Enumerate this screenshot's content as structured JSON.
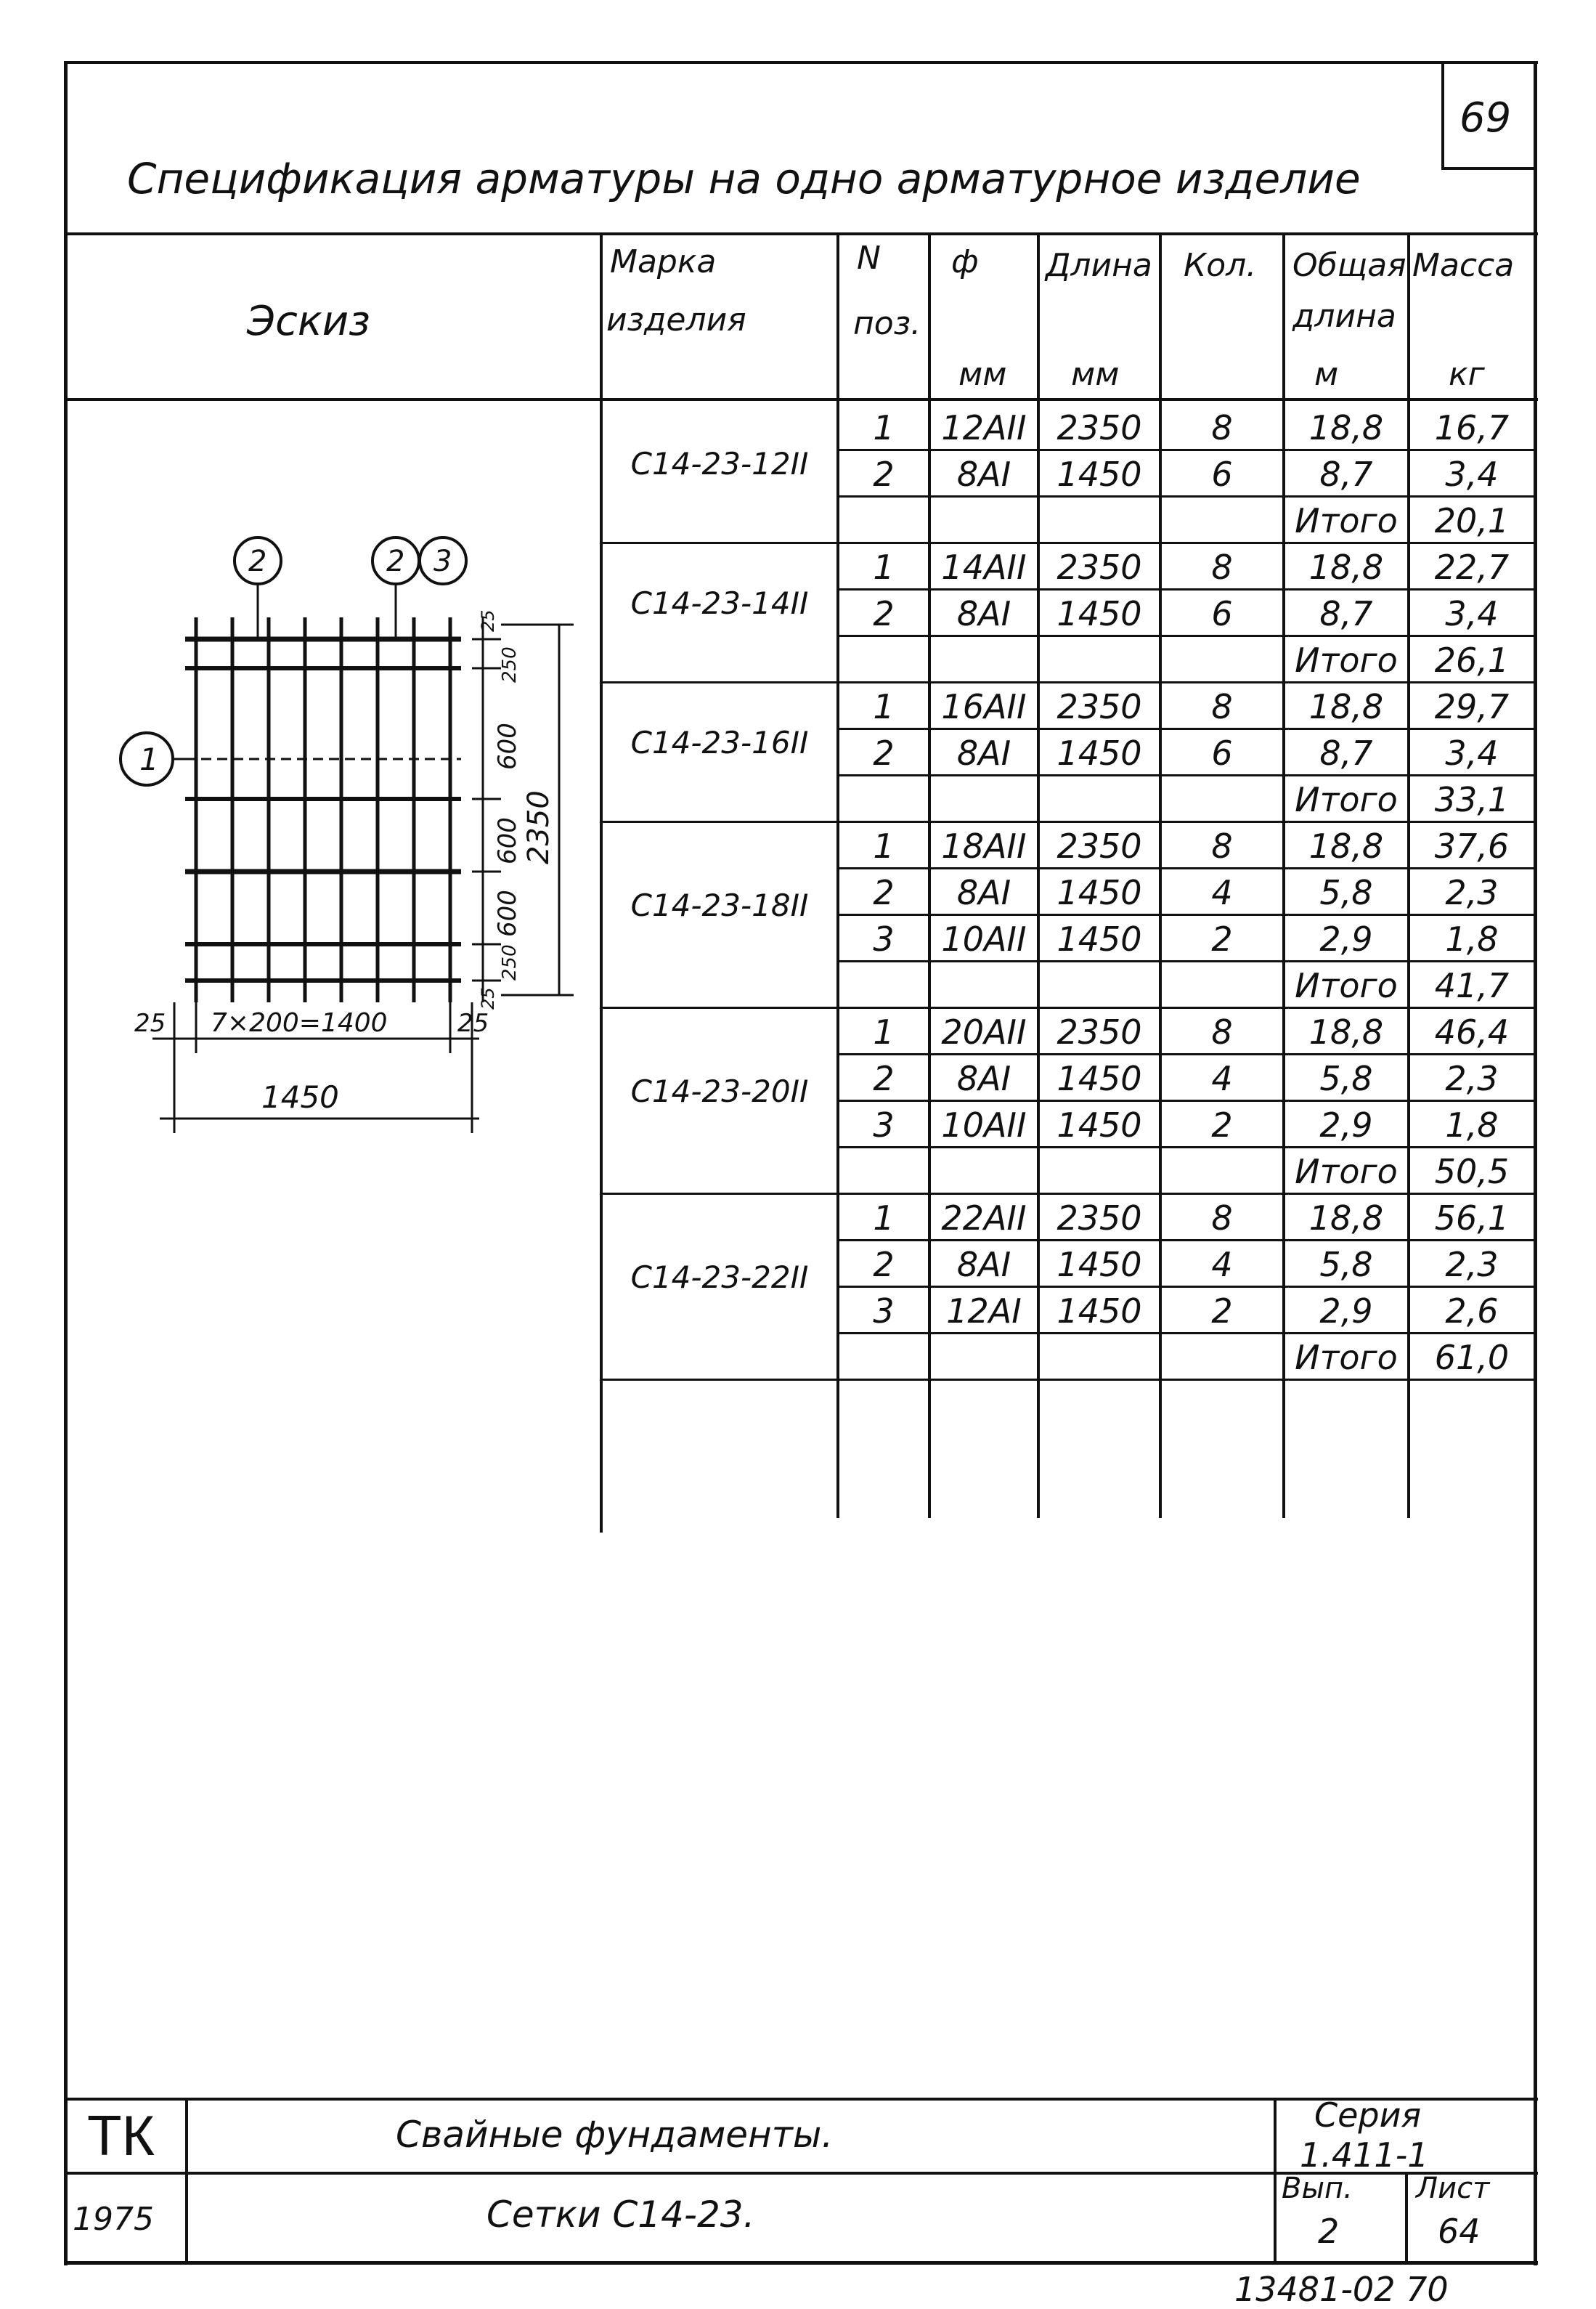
{
  "page_number": "69",
  "title": "Спецификация арматуры на одно арматурное изделие",
  "table": {
    "headers": {
      "sketch": "Эскиз",
      "mark": [
        "Марка",
        "изделия"
      ],
      "pos": [
        "N",
        "поз."
      ],
      "diam": [
        "ф",
        "мм"
      ],
      "length": [
        "Длина",
        "мм"
      ],
      "count": "Кол.",
      "total_length": [
        "Общая",
        "длина",
        "м"
      ],
      "mass": [
        "Масса",
        "кг"
      ]
    },
    "groups": [
      {
        "mark": "С14-23-12II",
        "rows": [
          {
            "pos": "1",
            "diam": "12АII",
            "length": "2350",
            "count": "8",
            "total": "18,8",
            "mass": "16,7"
          },
          {
            "pos": "2",
            "diam": "8АI",
            "length": "1450",
            "count": "6",
            "total": "8,7",
            "mass": "3,4"
          }
        ],
        "total_label": "Итого",
        "total_mass": "20,1"
      },
      {
        "mark": "С14-23-14II",
        "rows": [
          {
            "pos": "1",
            "diam": "14АII",
            "length": "2350",
            "count": "8",
            "total": "18,8",
            "mass": "22,7"
          },
          {
            "pos": "2",
            "diam": "8АI",
            "length": "1450",
            "count": "6",
            "total": "8,7",
            "mass": "3,4"
          }
        ],
        "total_label": "Итого",
        "total_mass": "26,1"
      },
      {
        "mark": "С14-23-16II",
        "rows": [
          {
            "pos": "1",
            "diam": "16АII",
            "length": "2350",
            "count": "8",
            "total": "18,8",
            "mass": "29,7"
          },
          {
            "pos": "2",
            "diam": "8АI",
            "length": "1450",
            "count": "6",
            "total": "8,7",
            "mass": "3,4"
          }
        ],
        "total_label": "Итого",
        "total_mass": "33,1"
      },
      {
        "mark": "С14-23-18II",
        "rows": [
          {
            "pos": "1",
            "diam": "18АII",
            "length": "2350",
            "count": "8",
            "total": "18,8",
            "mass": "37,6"
          },
          {
            "pos": "2",
            "diam": "8АI",
            "length": "1450",
            "count": "4",
            "total": "5,8",
            "mass": "2,3"
          },
          {
            "pos": "3",
            "diam": "10АII",
            "length": "1450",
            "count": "2",
            "total": "2,9",
            "mass": "1,8"
          }
        ],
        "total_label": "Итого",
        "total_mass": "41,7"
      },
      {
        "mark": "С14-23-20II",
        "rows": [
          {
            "pos": "1",
            "diam": "20АII",
            "length": "2350",
            "count": "8",
            "total": "18,8",
            "mass": "46,4"
          },
          {
            "pos": "2",
            "diam": "8АI",
            "length": "1450",
            "count": "4",
            "total": "5,8",
            "mass": "2,3"
          },
          {
            "pos": "3",
            "diam": "10АII",
            "length": "1450",
            "count": "2",
            "total": "2,9",
            "mass": "1,8"
          }
        ],
        "total_label": "Итого",
        "total_mass": "50,5"
      },
      {
        "mark": "С14-23-22II",
        "rows": [
          {
            "pos": "1",
            "diam": "22АII",
            "length": "2350",
            "count": "8",
            "total": "18,8",
            "mass": "56,1"
          },
          {
            "pos": "2",
            "diam": "8АI",
            "length": "1450",
            "count": "4",
            "total": "5,8",
            "mass": "2,3"
          },
          {
            "pos": "3",
            "diam": "12АI",
            "length": "1450",
            "count": "2",
            "total": "2,9",
            "mass": "2,6"
          }
        ],
        "total_label": "Итого",
        "total_mass": "61,0"
      }
    ]
  },
  "sketch": {
    "callouts": [
      "2",
      "2",
      "3",
      "1"
    ],
    "dims_right": [
      "25",
      "250",
      "600",
      "600",
      "600",
      "250",
      "25"
    ],
    "dim_overall_height": "2350",
    "dim_bottom_left": "25",
    "dim_bottom_mid": "7×200=1400",
    "dim_bottom_right": "25",
    "dim_overall_width": "1450"
  },
  "stamp": {
    "org": "ТК",
    "year": "1975",
    "title_line1": "Свайные фундаменты.",
    "title_line2": "Сетки С14-23.",
    "series_label": "Серия",
    "series_value": "1.411-1",
    "vol_label": "Вып.",
    "vol_value": "2",
    "sheet_label": "Лист",
    "sheet_value": "64"
  },
  "footer_number": "13481-02 70"
}
